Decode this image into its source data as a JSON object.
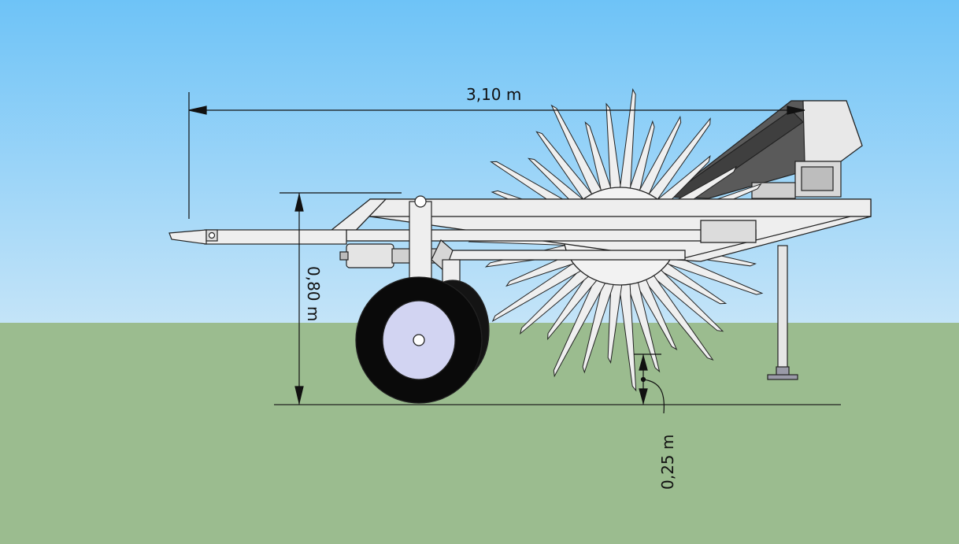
{
  "dimensions": {
    "overall_length": "3,10 m",
    "frame_height": "0,80 m",
    "ground_clearance": "0,25 m"
  },
  "colors": {
    "sky_top": "#6ec3f7",
    "sky_bottom": "#c4e4f8",
    "ground": "#9bbc8f",
    "frame": "#eeeeee",
    "outline": "#222222",
    "tire": "#0a0a0a",
    "hub": "#d2d4f2",
    "hopper_dark": "#5a5a5a"
  },
  "icons": {
    "machine": "seeder-trailer-illustration"
  }
}
